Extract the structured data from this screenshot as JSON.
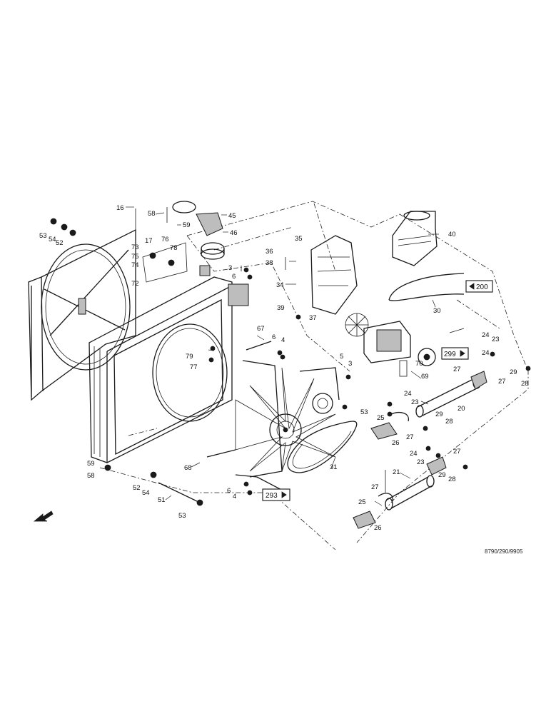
{
  "diagram": {
    "drawing_code": "8790/290/9905",
    "labels": [
      "16",
      "58",
      "45",
      "46",
      "59",
      "53",
      "54",
      "52",
      "17",
      "73",
      "76",
      "78",
      "75",
      "74",
      "72",
      "3",
      "6",
      "36",
      "38",
      "35",
      "40",
      "34",
      "39",
      "37",
      "200",
      "30",
      "67",
      "6",
      "4",
      "79",
      "77",
      "5",
      "3",
      "24",
      "23",
      "299",
      "70",
      "69",
      "27",
      "24",
      "29",
      "27",
      "28",
      "53",
      "25",
      "24",
      "23",
      "20",
      "26",
      "27",
      "29",
      "28",
      "24",
      "23",
      "27",
      "31",
      "29",
      "28",
      "59",
      "58",
      "68",
      "21",
      "52",
      "54",
      "51",
      "6",
      "4",
      "293",
      "27",
      "25",
      "53",
      "26"
    ],
    "references": [
      {
        "text": "200",
        "arrow": "left"
      },
      {
        "text": "299",
        "arrow": "right"
      },
      {
        "text": "293",
        "arrow": "right"
      }
    ]
  }
}
